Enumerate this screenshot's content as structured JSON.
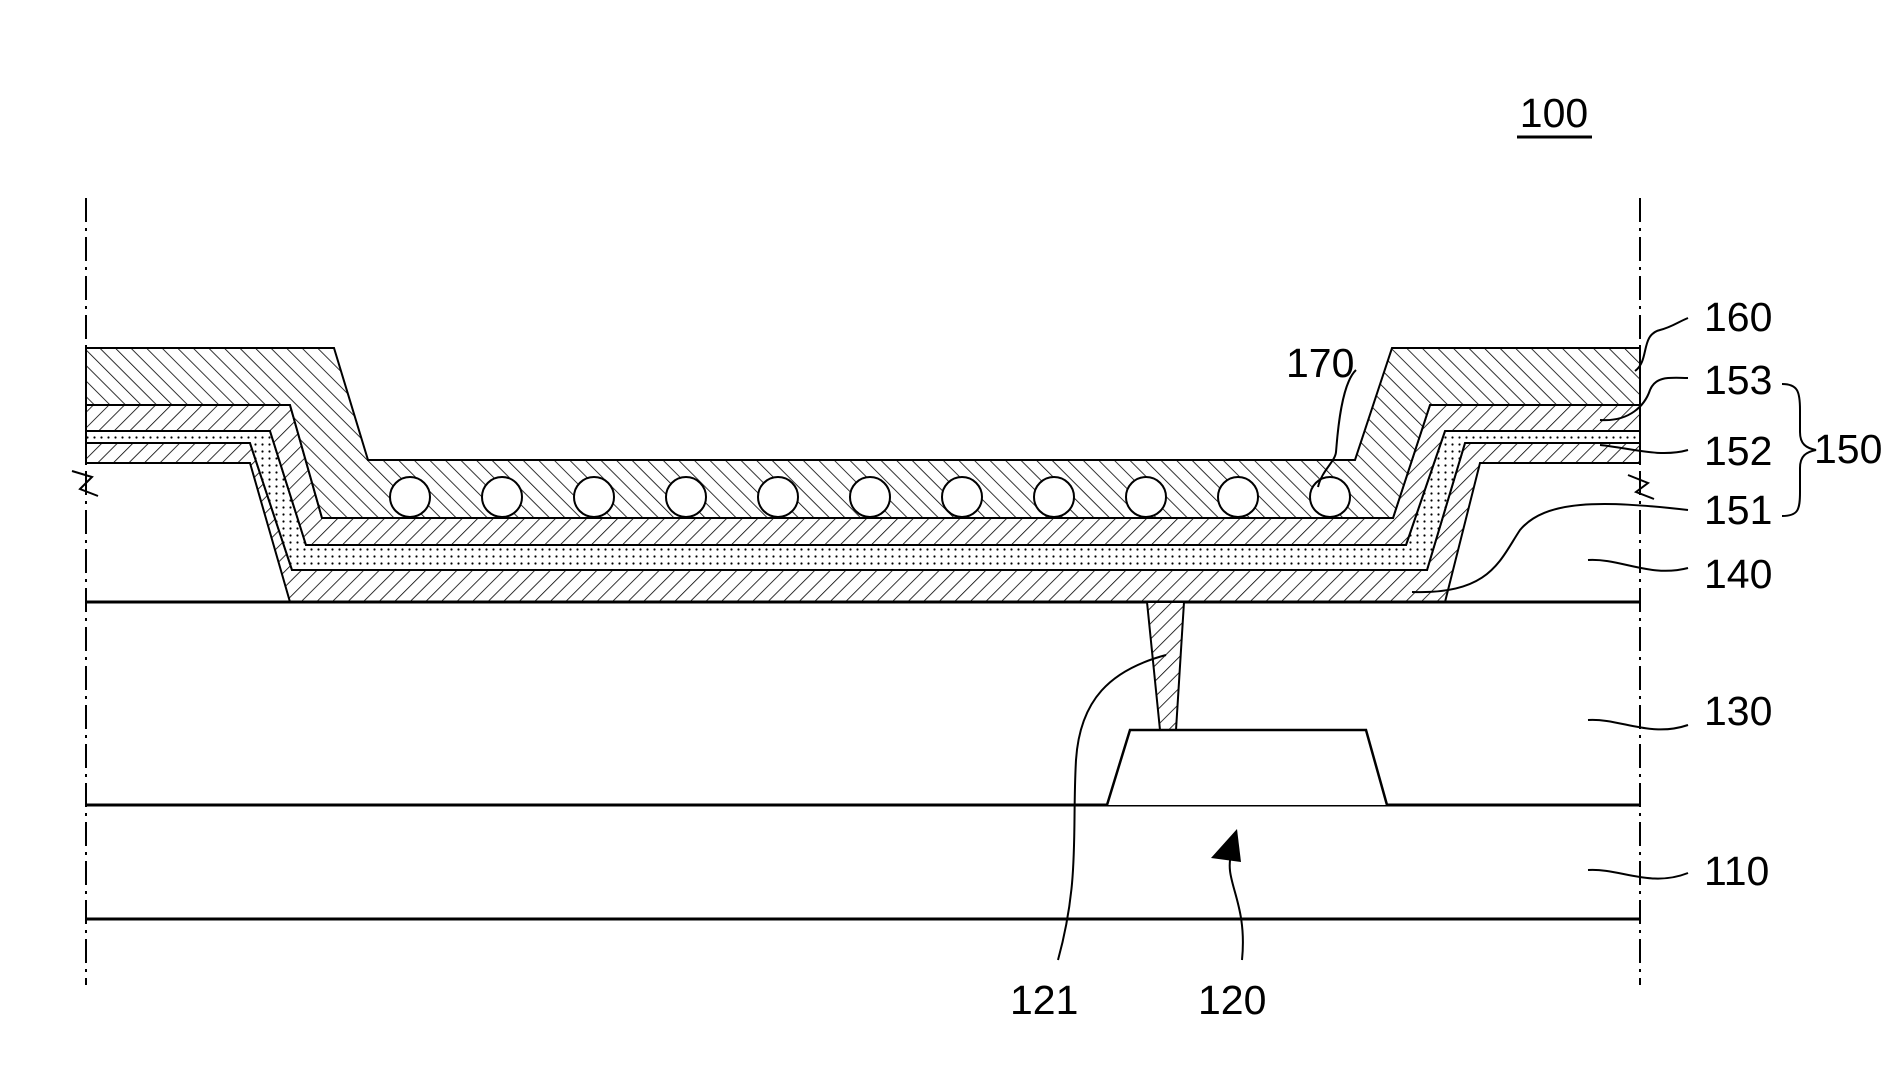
{
  "figure": {
    "number": "100",
    "labels": {
      "l160": "160",
      "l153": "153",
      "l152": "152",
      "l151": "151",
      "l150": "150",
      "l140": "140",
      "l130": "130",
      "l110": "110",
      "l170": "170",
      "l121": "121",
      "l120": "120"
    },
    "particle_count": 11
  }
}
